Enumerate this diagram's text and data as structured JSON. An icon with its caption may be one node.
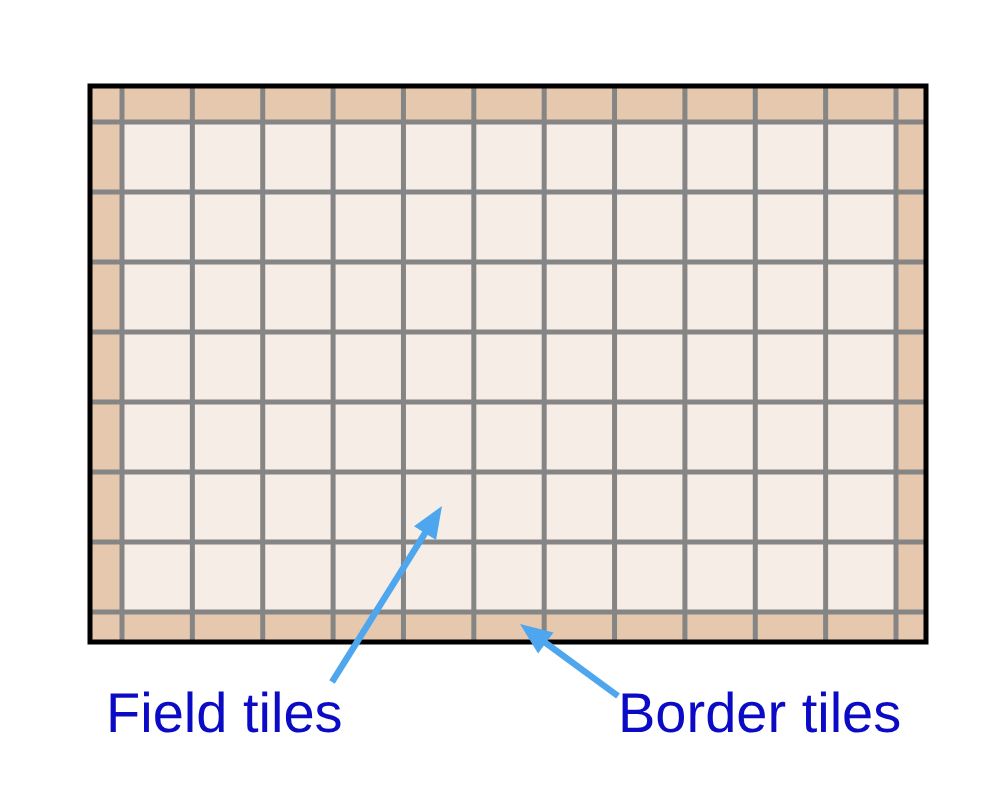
{
  "diagram": {
    "nodes": [
      {
        "text": [
          "Field tiles"
        ]
      },
      {
        "text": [
          "Border tiles"
        ]
      }
    ],
    "edges": [
      {
        "from": 0,
        "to": null,
        "arrow": "to"
      },
      {
        "from": 1,
        "to": null,
        "arrow": "to"
      }
    ]
  }
}
